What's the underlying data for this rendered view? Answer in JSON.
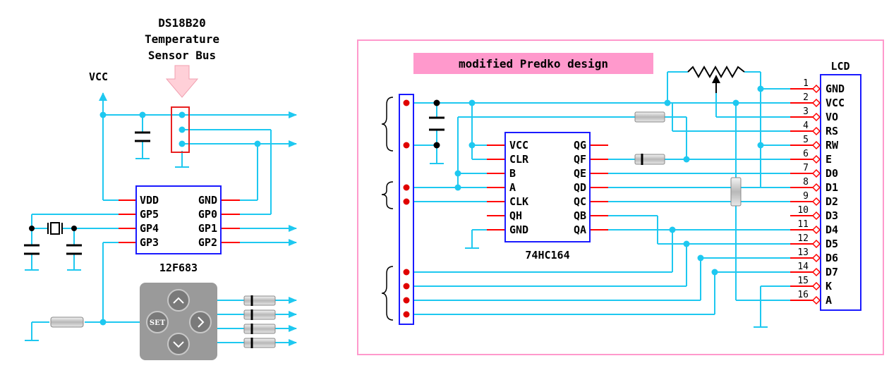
{
  "left": {
    "sensor_title_line1": "DS18B20",
    "sensor_title_line2": "Temperature",
    "sensor_title_line3": "Sensor Bus",
    "vcc_label": "VCC",
    "mcu": {
      "name": "12F683",
      "left_pins": [
        "VDD",
        "GP5",
        "GP4",
        "GP3"
      ],
      "right_pins": [
        "GND",
        "GP0",
        "GP1",
        "GP2"
      ]
    },
    "keypad_set_label": "SET"
  },
  "right": {
    "banner": "modified Predko design",
    "shift_register": {
      "name": "74HC164",
      "left_pins": [
        "VCC",
        "CLR",
        "B",
        "A",
        "CLK",
        "QH",
        "GND"
      ],
      "right_pins": [
        "QG",
        "QF",
        "QE",
        "QD",
        "QC",
        "QB",
        "QA"
      ]
    },
    "lcd": {
      "title": "LCD",
      "pin_numbers": [
        "1",
        "2",
        "3",
        "4",
        "5",
        "6",
        "7",
        "8",
        "9",
        "10",
        "11",
        "12",
        "13",
        "14",
        "15",
        "16"
      ],
      "pin_names": [
        "GND",
        "VCC",
        "VO",
        "RS",
        "RW",
        "E",
        "D0",
        "D1",
        "D2",
        "D3",
        "D4",
        "D5",
        "D6",
        "D7",
        "K",
        "A"
      ]
    }
  },
  "colors": {
    "wire": "#1ec8f0",
    "chip_border": "#1a1aff",
    "pin": "#ff0000",
    "frame": "#ff99cc",
    "banner_fill": "#ff99cc",
    "sensor_box": "#e82020",
    "arrow_fill": "#ffd0d8",
    "keypad": "#9a9a9a"
  }
}
